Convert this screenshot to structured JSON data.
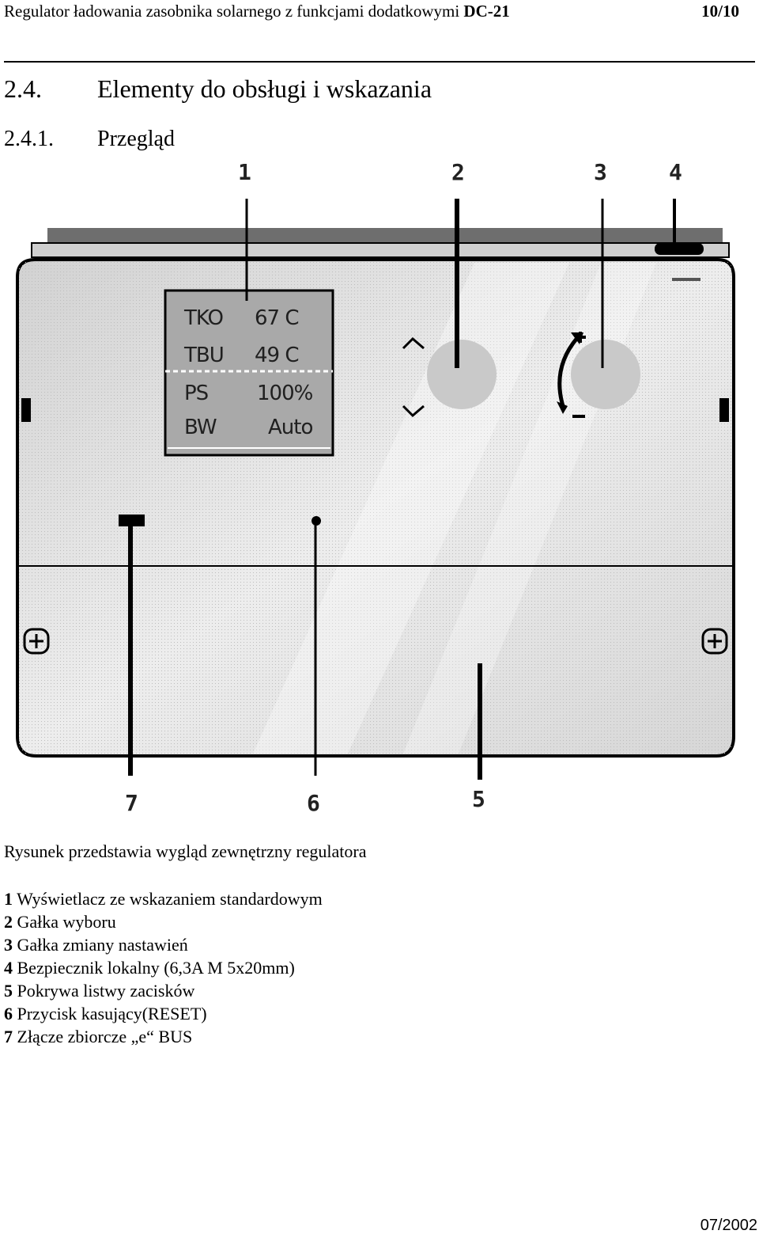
{
  "header": {
    "title": "Regulator ładowania zasobnika solarnego z funkcjami dodatkowymi",
    "model": "DC-21",
    "page": "10/10"
  },
  "section": {
    "number": "2.4.",
    "title": "Elementy do obsługi i wskazania"
  },
  "subsection": {
    "number": "2.4.1.",
    "title": "Przegląd"
  },
  "figure": {
    "callouts": [
      "1",
      "2",
      "3",
      "4",
      "5",
      "6",
      "7"
    ],
    "display": {
      "rows": [
        {
          "label": "TKO",
          "value": "67  C"
        },
        {
          "label": "TBU",
          "value": "49  C"
        },
        {
          "label": "PS",
          "value": "100%"
        },
        {
          "label": "BW",
          "value": "Auto"
        }
      ]
    },
    "colors": {
      "housing": "#e4e4e4",
      "lcd": "#a9a9a9",
      "knob": "#c9c9c9",
      "outline": "#000000"
    }
  },
  "caption": "Rysunek przedstawia wygląd zewnętrzny regulatora",
  "legend": [
    {
      "num": "1",
      "text": "Wyświetlacz ze wskazaniem standardowym"
    },
    {
      "num": "2",
      "text": "Gałka wyboru"
    },
    {
      "num": "3",
      "text": "Gałka zmiany nastawień"
    },
    {
      "num": "4",
      "text": "Bezpiecznik lokalny (6,3A M 5x20mm)"
    },
    {
      "num": "5",
      "text": "Pokrywa listwy zacisków"
    },
    {
      "num": "6",
      "text": "Przycisk kasujący(RESET)"
    },
    {
      "num": "7",
      "text": "Złącze zbiorcze „e“ BUS"
    }
  ],
  "footer": {
    "date": "07/2002"
  }
}
